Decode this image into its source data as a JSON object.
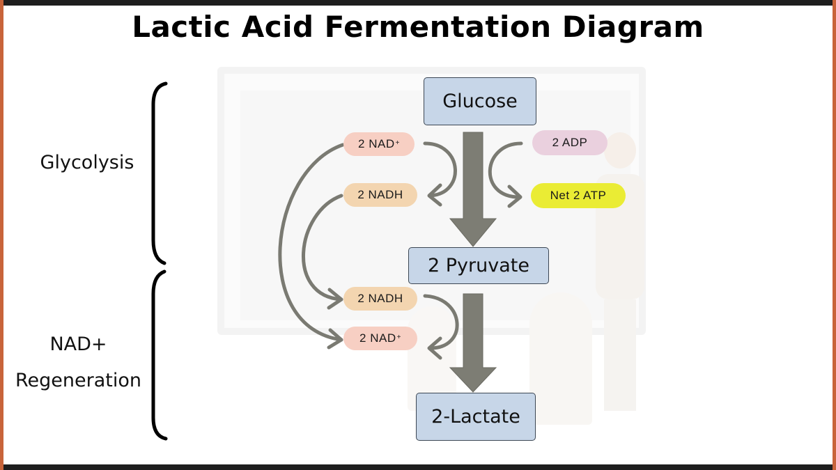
{
  "title": "Lactic Acid Fermentation Diagram",
  "sections": {
    "glycolysis": "Glycolysis",
    "regeneration_line1": "NAD+",
    "regeneration_line2": "Regeneration"
  },
  "boxes": {
    "glucose": "Glucose",
    "pyruvate": "2 Pyruvate",
    "lactate": "2-Lactate"
  },
  "pills": {
    "nad_top": "2 NAD",
    "nadh_top": "2 NADH",
    "adp": "2 ADP",
    "atp": "Net 2 ATP",
    "nadh_bottom": "2 NADH",
    "nad_bottom": "2 NAD"
  },
  "superscript": "+",
  "colors": {
    "box_fill": "#c7d6e8",
    "nad_fill": "#f7cfc3",
    "nadh_fill": "#f3d5b0",
    "adp_fill": "#ead0de",
    "atp_fill": "#eaec34",
    "arrow": "#7d7d74",
    "frame_side": "#c8643a"
  }
}
